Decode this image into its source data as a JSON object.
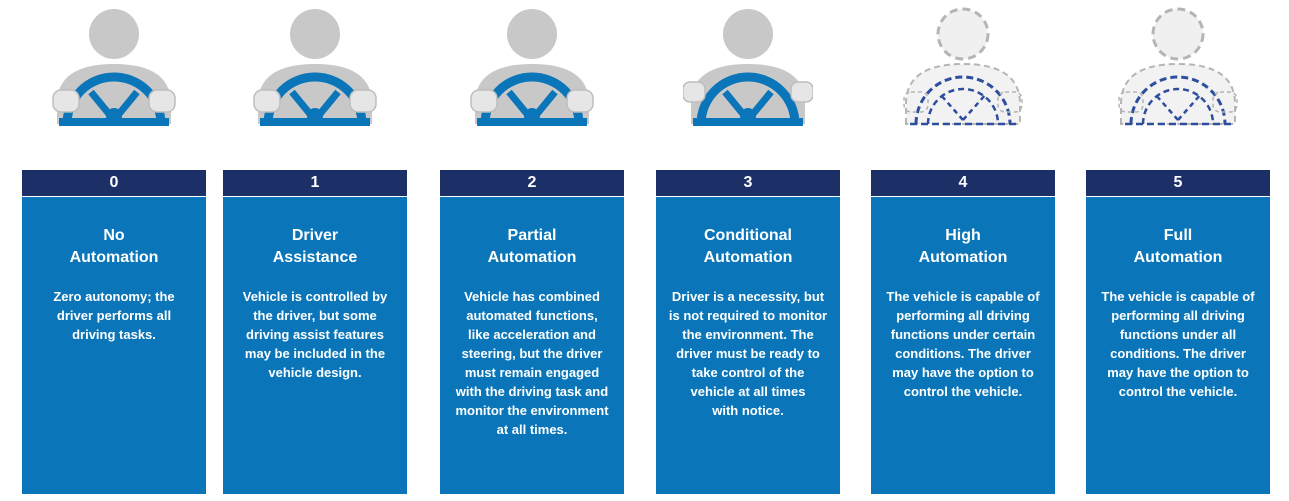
{
  "colors": {
    "panel": "#0a76b9",
    "number_bar": "#1c2f66",
    "person": "#c8c8c8",
    "wheel": "#0a76b9",
    "dashed_outline": "#2f4e9e"
  },
  "levels": [
    {
      "number": "0",
      "title": "No\nAutomation",
      "description": "Zero autonomy; the\ndriver performs all\ndriving tasks.",
      "icon": "driver-hands-on-wheel-icon"
    },
    {
      "number": "1",
      "title": "Driver\nAssistance",
      "description": "Vehicle is controlled by\nthe driver, but some\ndriving assist features\nmay be included in the\nvehicle design.",
      "icon": "driver-hands-on-wheel-icon"
    },
    {
      "number": "2",
      "title": "Partial\nAutomation",
      "description": "Vehicle has combined\nautomated functions,\nlike acceleration and\nsteering, but the driver\nmust remain engaged\nwith the driving task and\nmonitor the environment\nat all times.",
      "icon": "driver-hands-on-wheel-icon"
    },
    {
      "number": "3",
      "title": "Conditional\nAutomation",
      "description": "Driver is a necessity, but\nis not required to monitor\nthe environment. The\ndriver must be ready to\ntake control of the\nvehicle at all times\nwith notice.",
      "icon": "driver-hands-off-wheel-icon"
    },
    {
      "number": "4",
      "title": "High\nAutomation",
      "description": "The vehicle is capable of\nperforming all driving\nfunctions under certain\nconditions. The driver\nmay have the option to\ncontrol the vehicle.",
      "icon": "optional-driver-dashed-icon"
    },
    {
      "number": "5",
      "title": "Full\nAutomation",
      "description": "The vehicle is capable of\nperforming all driving\nfunctions under all\nconditions. The driver\nmay have the option to\ncontrol the vehicle.",
      "icon": "optional-driver-dashed-icon"
    }
  ]
}
